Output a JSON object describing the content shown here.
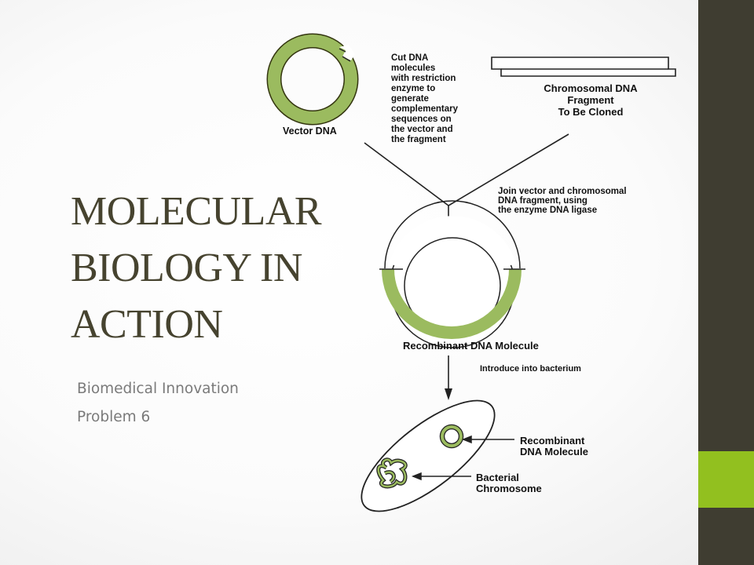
{
  "slide": {
    "title_lines": [
      "MOLECULAR",
      "BIOLOGY IN",
      "ACTION"
    ],
    "subtitle_lines": [
      "Biomedical Innovation",
      "Problem 6"
    ]
  },
  "diagram": {
    "vector_label": "Vector DNA",
    "cut_note": [
      "Cut DNA",
      "molecules",
      "with restriction",
      "enzyme to",
      "generate",
      "complementary",
      "sequences on",
      "the vector and",
      "the fragment"
    ],
    "fragment_label": [
      "Chromosomal DNA",
      "Fragment",
      "To Be Cloned"
    ],
    "join_note": [
      "Join vector and chromosomal",
      "DNA fragment, using",
      "the enzyme DNA ligase"
    ],
    "recombinant_label": "Recombinant DNA Molecule",
    "introduce_note": "Introduce into bacterium",
    "cell_label_1": [
      "Recombinant",
      "DNA Molecule"
    ],
    "cell_label_2": [
      "Bacterial",
      "Chromosome"
    ]
  },
  "colors": {
    "band": "#3f3d31",
    "accent": "#92c01f",
    "ring": "#9bbb5f",
    "title": "#46432f"
  }
}
